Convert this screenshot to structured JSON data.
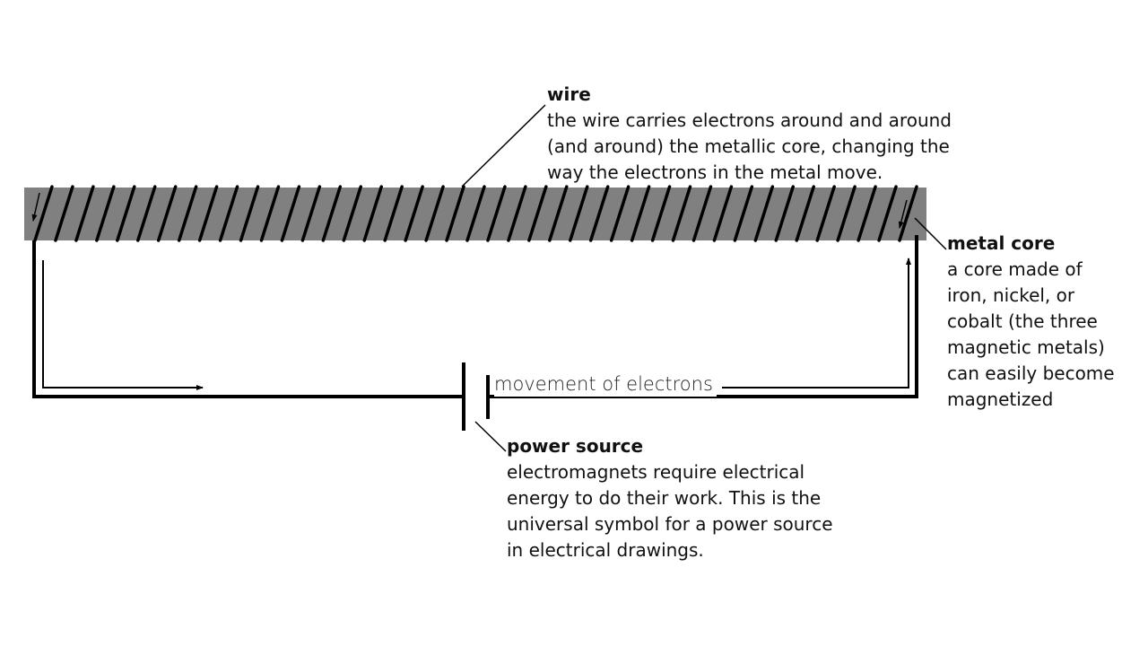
{
  "diagram": {
    "title": "Electromagnet",
    "colors": {
      "core": "#808080",
      "wire": "#000000",
      "background": "#ffffff"
    },
    "coil_turns": 43,
    "labels": {
      "wire": {
        "title": "wire",
        "lines": [
          "the wire carries electrons around and around",
          "(and around) the metallic core, changing the",
          "way the electrons in the metal move."
        ]
      },
      "metal_core": {
        "title": "metal core",
        "lines": [
          "a core made of",
          "iron, nickel, or",
          "cobalt (the three",
          "magnetic metals)",
          "can easily become",
          "magnetized"
        ]
      },
      "power_source": {
        "title": "power source",
        "lines": [
          "electromagnets require electrical",
          "energy to do their work.  This is the",
          "universal symbol for a power source",
          "in electrical drawings."
        ]
      },
      "flow": "movement of electrons"
    }
  }
}
